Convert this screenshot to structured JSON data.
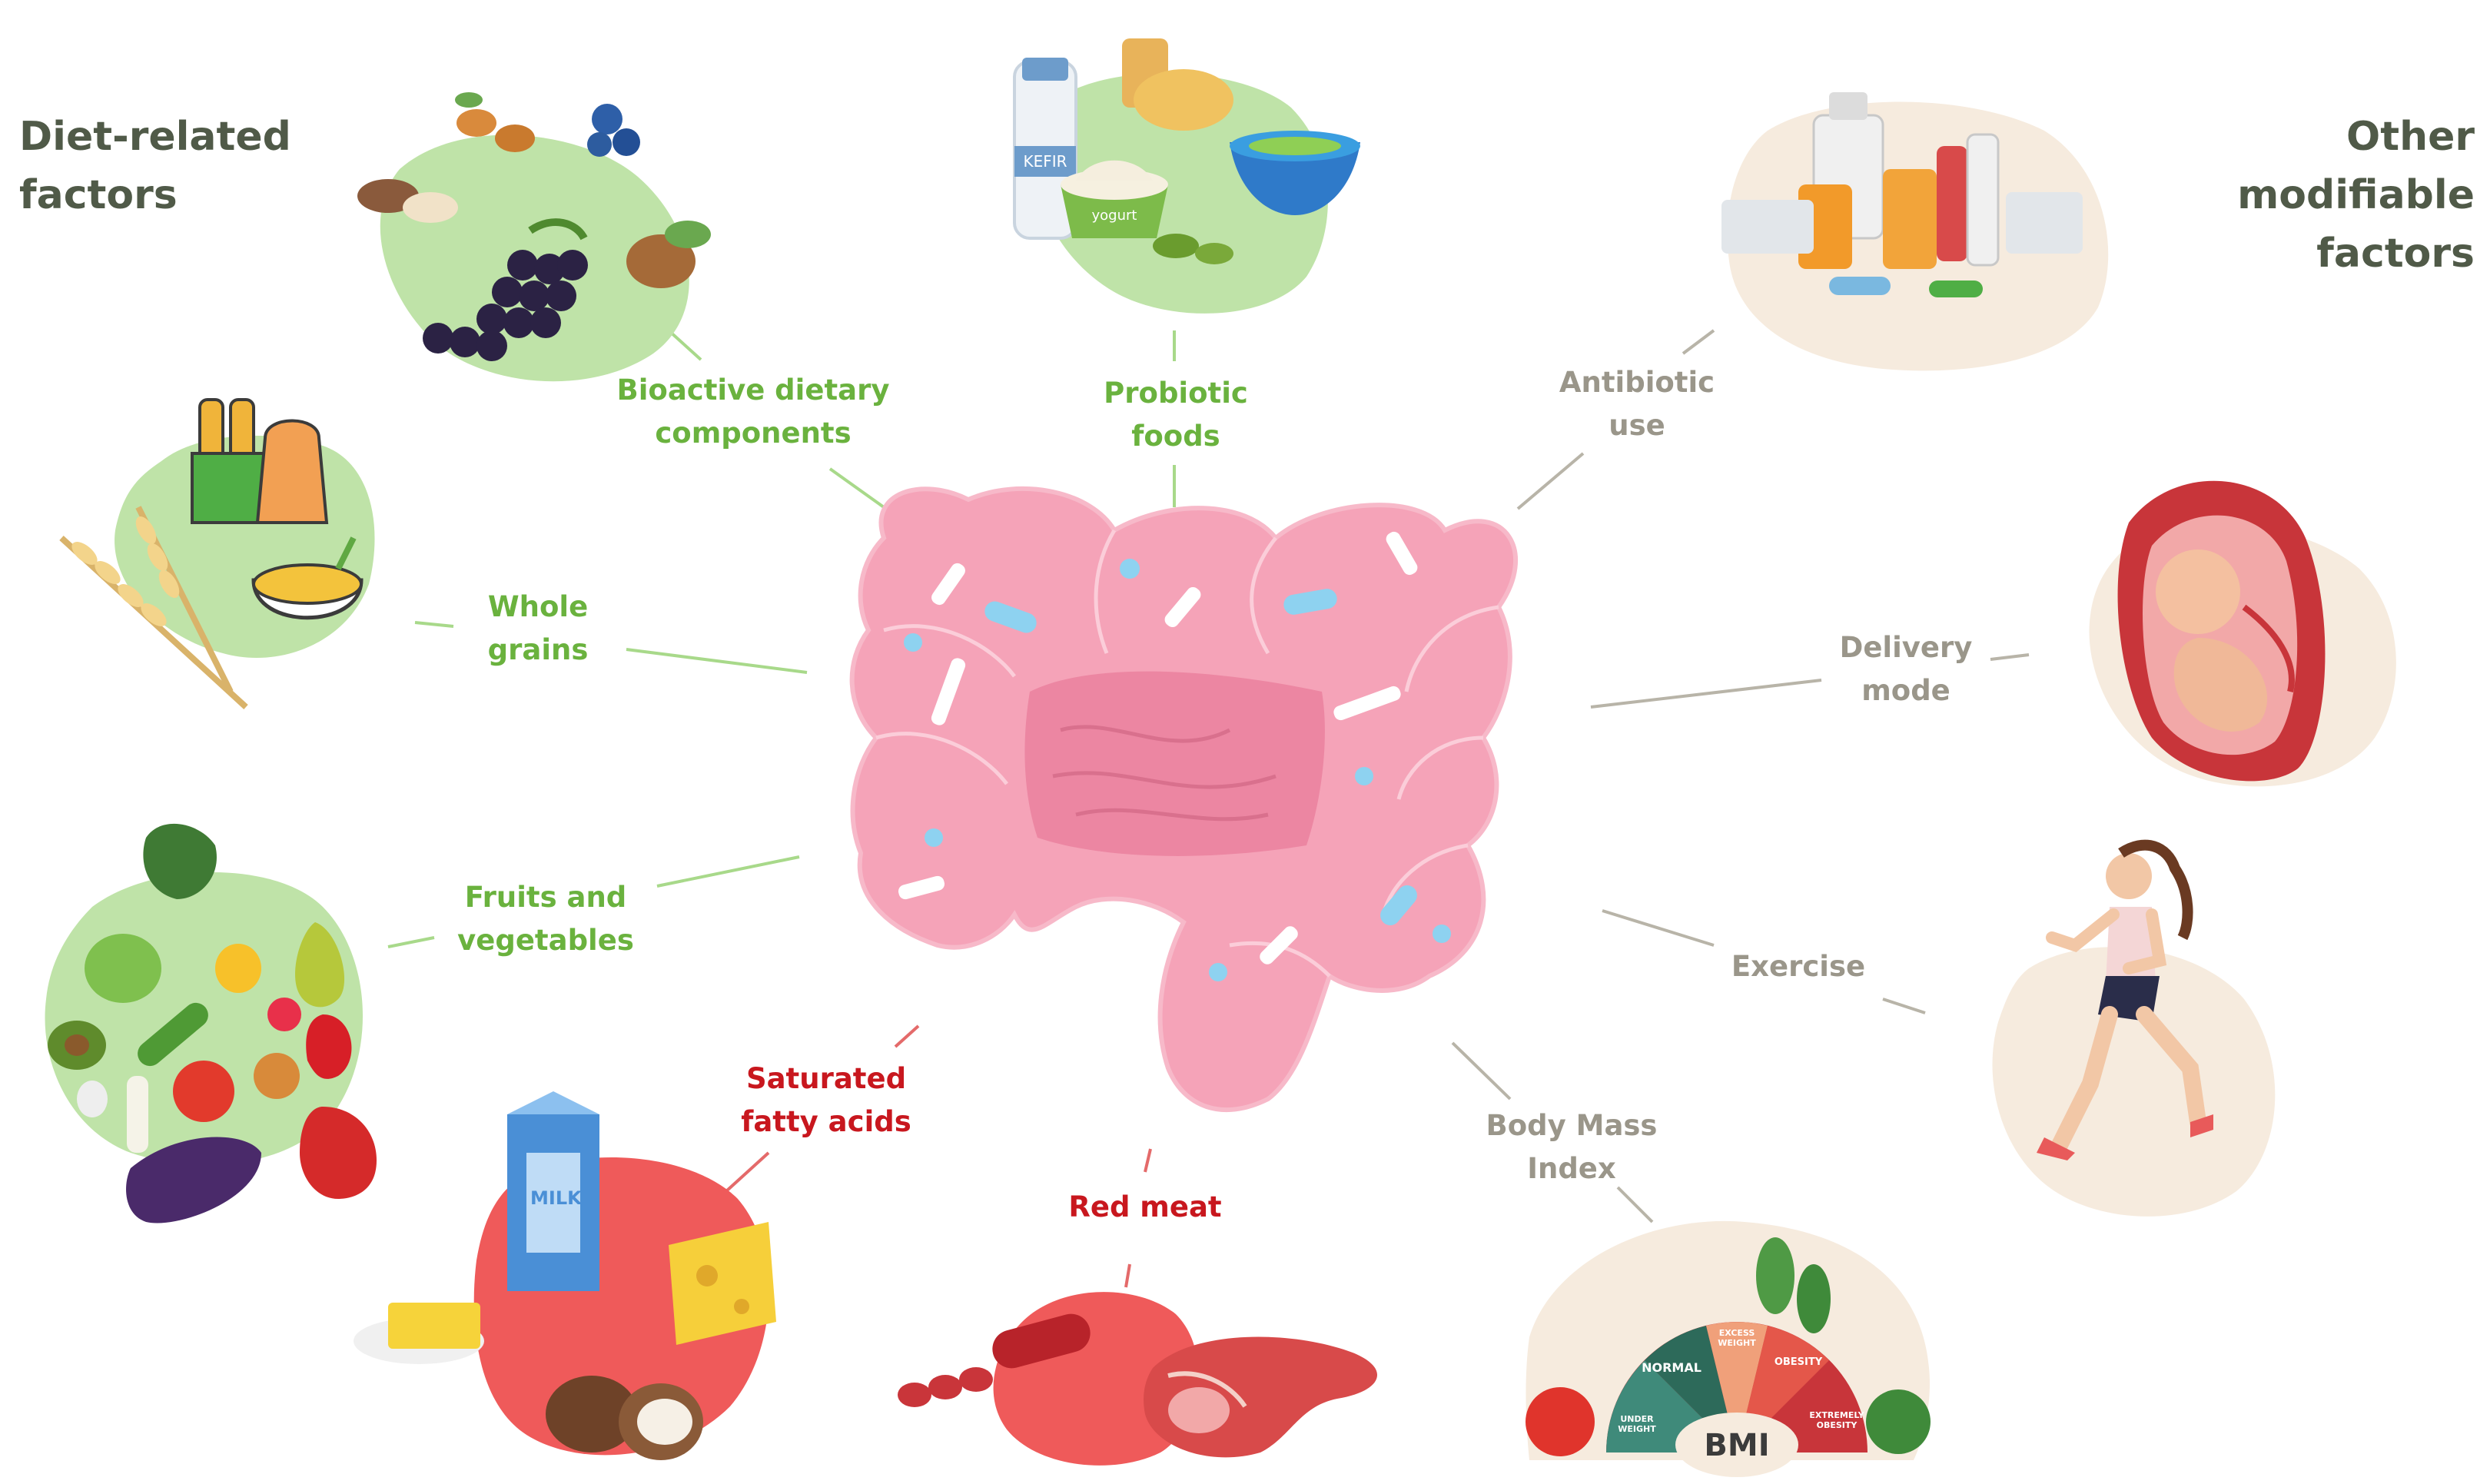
{
  "headers": {
    "diet_related": [
      "Diet-related",
      "factors"
    ],
    "other_modifiable": [
      "Other",
      "modifiable",
      "factors"
    ]
  },
  "diet_factors": {
    "bioactive": [
      "Bioactive dietary",
      "components"
    ],
    "probiotic": [
      "Probiotic",
      "foods"
    ],
    "whole_grains": [
      "Whole",
      "grains"
    ],
    "fruits_veg": [
      "Fruits and",
      "vegetables"
    ],
    "saturated": [
      "Saturated",
      "fatty acids"
    ],
    "red_meat": [
      "Red meat"
    ]
  },
  "other_factors": {
    "antibiotic": [
      "Antibiotic",
      "use"
    ],
    "delivery": [
      "Delivery",
      "mode"
    ],
    "exercise": [
      "Exercise"
    ],
    "bmi": [
      "Body Mass",
      "Index"
    ]
  },
  "image_text": {
    "kefir": "KEFIR",
    "yogurt": "yogurt",
    "milk": "MILK",
    "bmi": "BMI",
    "bmi_normal": "NORMAL",
    "bmi_excess": "EXCESS WEIGHT",
    "bmi_obesity": "OBESITY",
    "bmi_under": "UNDER WEIGHT",
    "bmi_extreme": "EXTREMELY OBESITY"
  },
  "colors": {
    "diet_label": "#6ab23e",
    "harmful_label": "#c8171e",
    "other_label": "#9a968a",
    "gut": "#f5a3b8",
    "diet_blob": "#bfe3a8",
    "harmful_blob": "#ef5a5a",
    "other_blob": "#f6ebde"
  }
}
